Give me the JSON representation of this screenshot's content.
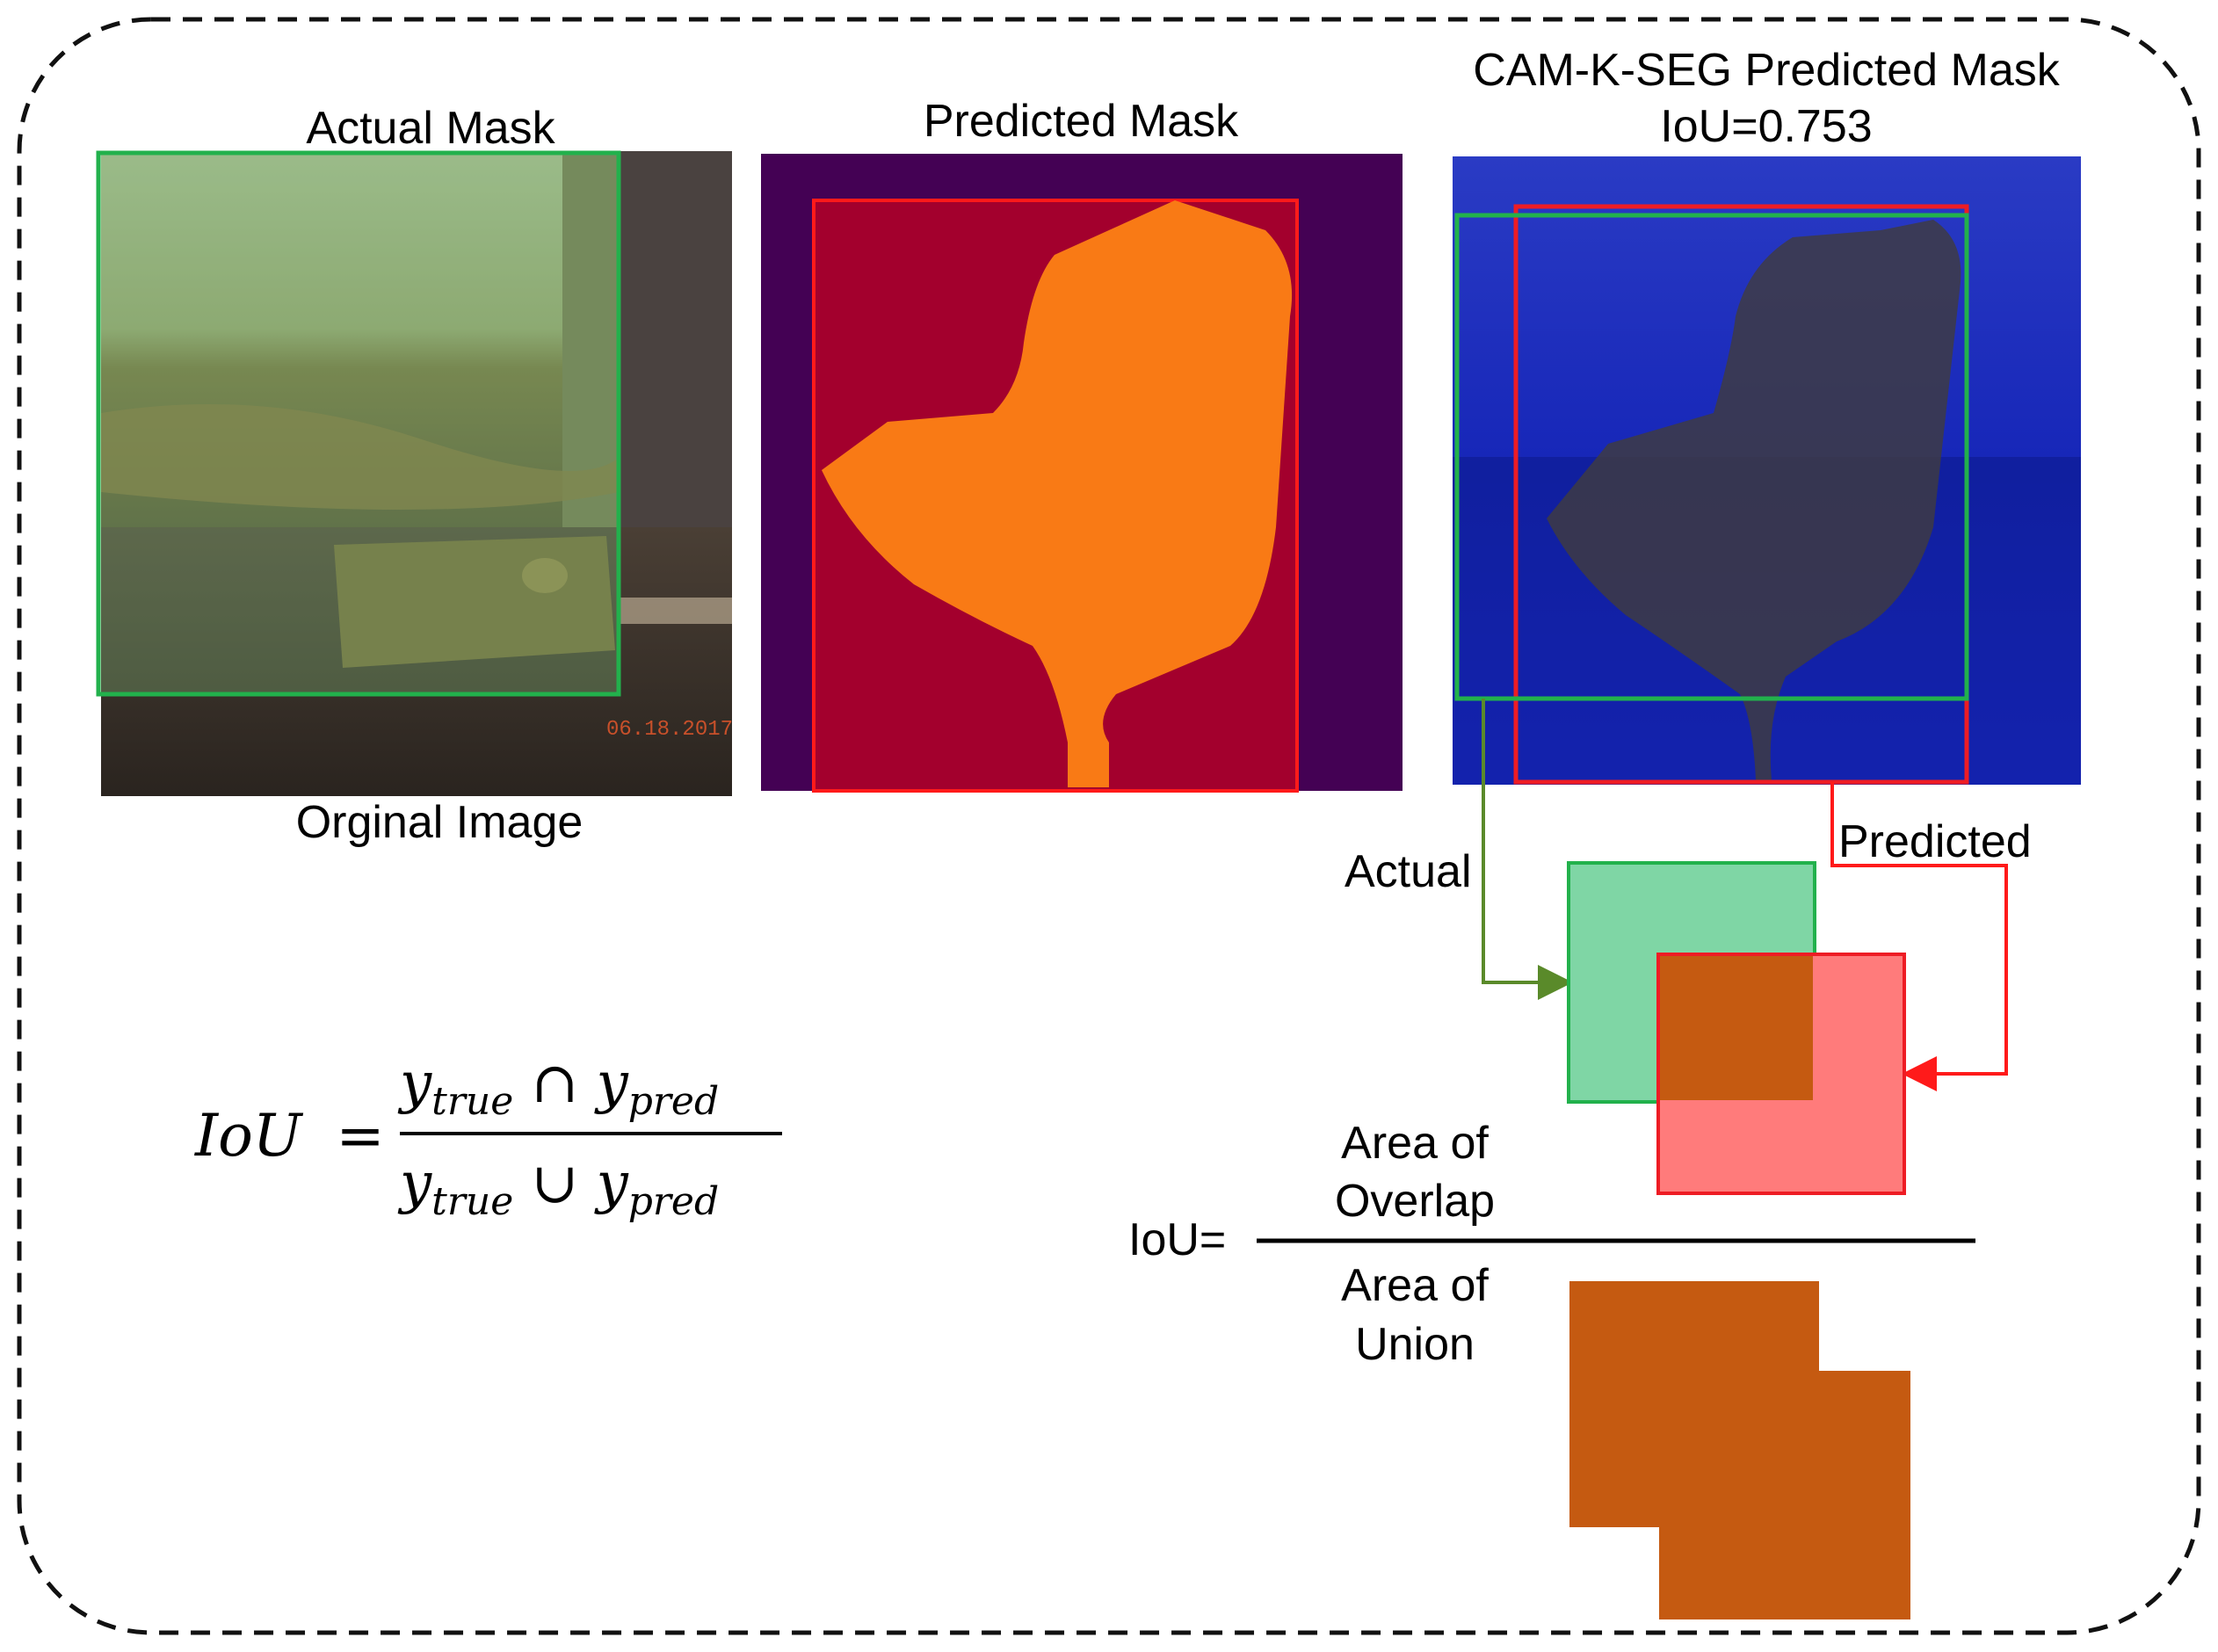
{
  "panels": {
    "original": {
      "title": "Actual Mask",
      "caption": "Orginal Image",
      "stamp": "06.18.2017"
    },
    "predicted": {
      "title": "Predicted Mask"
    },
    "overlay": {
      "title_line1": "CAM-K-SEG Predicted Mask",
      "title_line2": "IoU=0.753"
    }
  },
  "legend": {
    "actual_label": "Actual",
    "predicted_label": "Predicted"
  },
  "iou_diagram": {
    "lhs": "IoU=",
    "numerator_line1": "Area of",
    "numerator_line2": "Overlap",
    "denominator_line1": "Area of",
    "denominator_line2": "Union"
  },
  "formula": {
    "lhs": "IoU",
    "equals": "=",
    "num_a": "y",
    "num_a_sub": "true",
    "op_num": "∩",
    "num_b": "y",
    "num_b_sub": "pred",
    "den_a": "y",
    "den_a_sub": "true",
    "op_den": "∪",
    "den_b": "y",
    "den_b_sub": "pred"
  },
  "colors": {
    "actual_box": "#22b14c",
    "predicted_box": "#ee1c24",
    "actual_arrow": "#5a8a2a",
    "predicted_arrow": "#ff1a1a",
    "overlap_fill": "#c55a11",
    "actual_square": "#7fd6a5",
    "predicted_square": "#ff7b7b",
    "pred_mask_bg": "#440154",
    "pred_mask_box": "#a3002d",
    "pred_mask_blob": "#f97a15",
    "overlay_blue": "#1a2fd0"
  }
}
